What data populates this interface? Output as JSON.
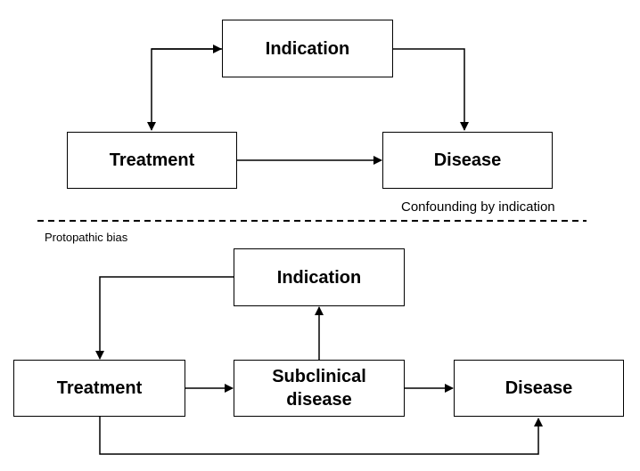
{
  "top_diagram": {
    "indication": "Indication",
    "treatment": "Treatment",
    "disease": "Disease",
    "caption": "Confounding by indication"
  },
  "bottom_diagram": {
    "caption": "Protopathic bias",
    "indication": "Indication",
    "treatment": "Treatment",
    "subclinical_line1": "Subclinical",
    "subclinical_line2": "disease",
    "disease": "Disease"
  }
}
